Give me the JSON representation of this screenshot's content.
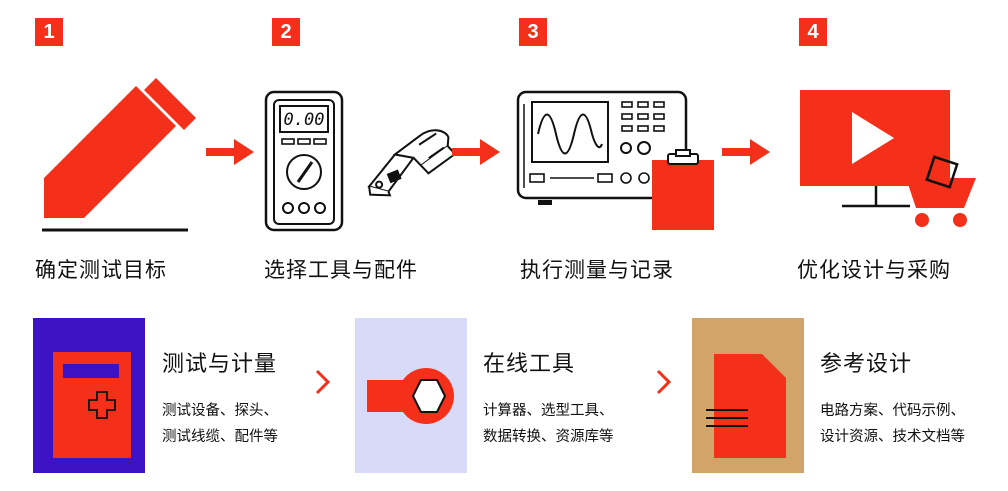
{
  "steps": [
    {
      "num": "1",
      "title": "确定测试目标",
      "icon": "pencil-icon"
    },
    {
      "num": "2",
      "title": "选择工具与配件",
      "icon": "multimeter-icon"
    },
    {
      "num": "3",
      "title": "执行测量与记录",
      "icon": "oscilloscope-icon"
    },
    {
      "num": "4",
      "title": "优化设计与采购",
      "icon": "monitor-cart-icon"
    }
  ],
  "multimeter_display": "0.00",
  "resources": [
    {
      "title": "测试与计量",
      "lines": [
        "测试设备、探头、",
        "测试线缆、配件等"
      ],
      "tile_color": "#3b12c4"
    },
    {
      "title": "在线工具",
      "lines": [
        "计算器、选型工具、",
        "数据转换、资源库等"
      ],
      "tile_color": "#d8dbf7"
    },
    {
      "title": "参考设计",
      "lines": [
        "电路方案、代码示例、",
        "设计资源、技术文档等"
      ],
      "tile_color": "#d1a46a"
    }
  ],
  "colors": {
    "accent": "#f4301a",
    "text": "#111111"
  }
}
